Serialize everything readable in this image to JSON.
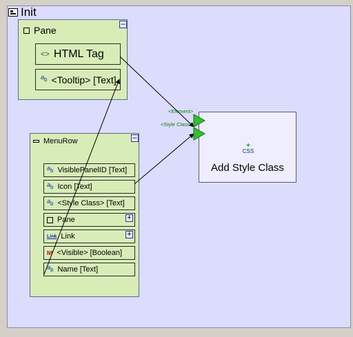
{
  "root": {
    "title": "Init"
  },
  "pane": {
    "title": "Pane",
    "rows": [
      {
        "label": "HTML Tag"
      },
      {
        "label": "<Tooltip> [Text]"
      }
    ]
  },
  "menurow": {
    "title": "MenuRow",
    "rows": [
      {
        "label": "VisiblePanelID [Text]"
      },
      {
        "label": "Icon [Text]"
      },
      {
        "label": "<Style Class> [Text]"
      },
      {
        "label": "Pane"
      },
      {
        "label": "Link"
      },
      {
        "label": "<Visible> [Boolean]"
      },
      {
        "label": "Name [Text]"
      }
    ],
    "icon_link_text": "Link",
    "icon_nf_text": "Nf"
  },
  "action": {
    "label": "Add Style Class",
    "icon_text": "CSS",
    "ports": [
      {
        "label": "<Element>"
      },
      {
        "label": "<Style Class>"
      }
    ]
  },
  "colors": {
    "canvas": "#dcdcfc",
    "panel": "#d8ecb8",
    "action": "#eeeeff",
    "port": "#30c030"
  }
}
